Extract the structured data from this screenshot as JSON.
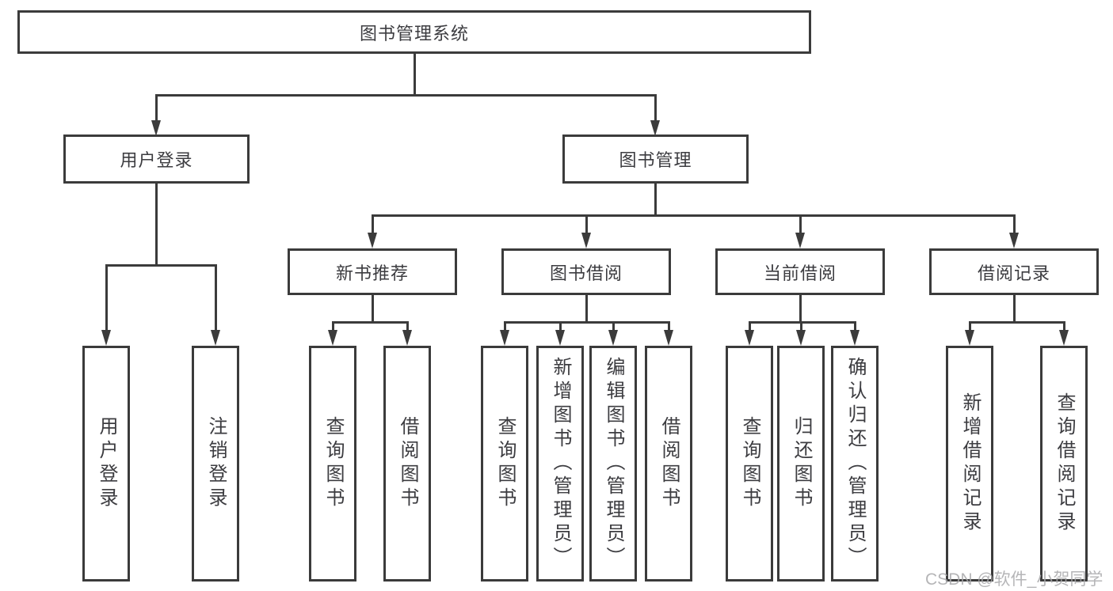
{
  "colors": {
    "line": "#3b3b3b",
    "text": "#3c3c40",
    "watermark": "#a8a8aa",
    "background": "#ffffff"
  },
  "tree": {
    "root": {
      "label": "图书管理系统"
    },
    "level2": [
      {
        "label": "用户登录",
        "children": [
          {
            "label": "用户登录"
          },
          {
            "label": "注销登录"
          }
        ]
      },
      {
        "label": "图书管理",
        "groups": [
          {
            "label": "新书推荐",
            "children": [
              {
                "label": "查询图书"
              },
              {
                "label": "借阅图书"
              }
            ]
          },
          {
            "label": "图书借阅",
            "children": [
              {
                "label": "查询图书"
              },
              {
                "label": "新增图书（管理员）"
              },
              {
                "label": "编辑图书（管理员）"
              },
              {
                "label": "借阅图书"
              }
            ]
          },
          {
            "label": "当前借阅",
            "children": [
              {
                "label": "查询图书"
              },
              {
                "label": "归还图书"
              },
              {
                "label": "确认归还（管理员）"
              }
            ]
          },
          {
            "label": "借阅记录",
            "children": [
              {
                "label": "新增借阅记录"
              },
              {
                "label": "查询借阅记录"
              }
            ]
          }
        ]
      }
    ]
  },
  "watermark": {
    "text": "CSDN @软件_小贺同学"
  }
}
